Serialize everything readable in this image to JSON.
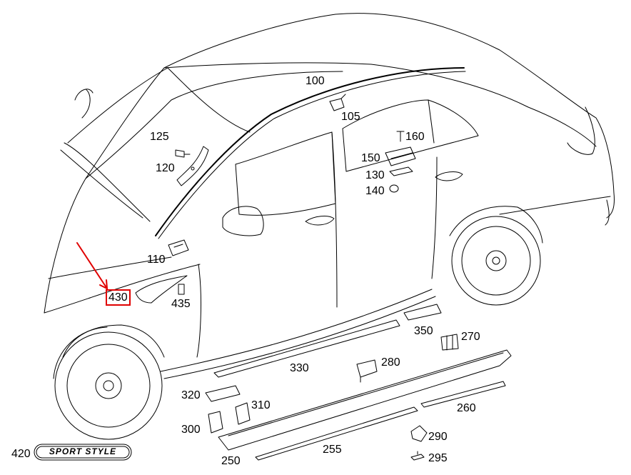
{
  "diagram": {
    "callouts": [
      {
        "id": "c100",
        "text": "100"
      },
      {
        "id": "c105",
        "text": "105"
      },
      {
        "id": "c110",
        "text": "110"
      },
      {
        "id": "c120",
        "text": "120"
      },
      {
        "id": "c125",
        "text": "125"
      },
      {
        "id": "c130",
        "text": "130"
      },
      {
        "id": "c140",
        "text": "140"
      },
      {
        "id": "c150",
        "text": "150"
      },
      {
        "id": "c160",
        "text": "160"
      },
      {
        "id": "c250",
        "text": "250"
      },
      {
        "id": "c255",
        "text": "255"
      },
      {
        "id": "c260",
        "text": "260"
      },
      {
        "id": "c270",
        "text": "270"
      },
      {
        "id": "c280",
        "text": "280"
      },
      {
        "id": "c290",
        "text": "290"
      },
      {
        "id": "c295",
        "text": "295"
      },
      {
        "id": "c300",
        "text": "300"
      },
      {
        "id": "c310",
        "text": "310"
      },
      {
        "id": "c320",
        "text": "320"
      },
      {
        "id": "c330",
        "text": "330"
      },
      {
        "id": "c350",
        "text": "350"
      },
      {
        "id": "c420",
        "text": "420"
      },
      {
        "id": "c430",
        "text": "430",
        "highlighted": true
      },
      {
        "id": "c435",
        "text": "435"
      }
    ],
    "badge_text": "SPORT STYLE",
    "colors": {
      "line": "#000000",
      "highlight": "#e00000",
      "background": "#ffffff"
    }
  }
}
